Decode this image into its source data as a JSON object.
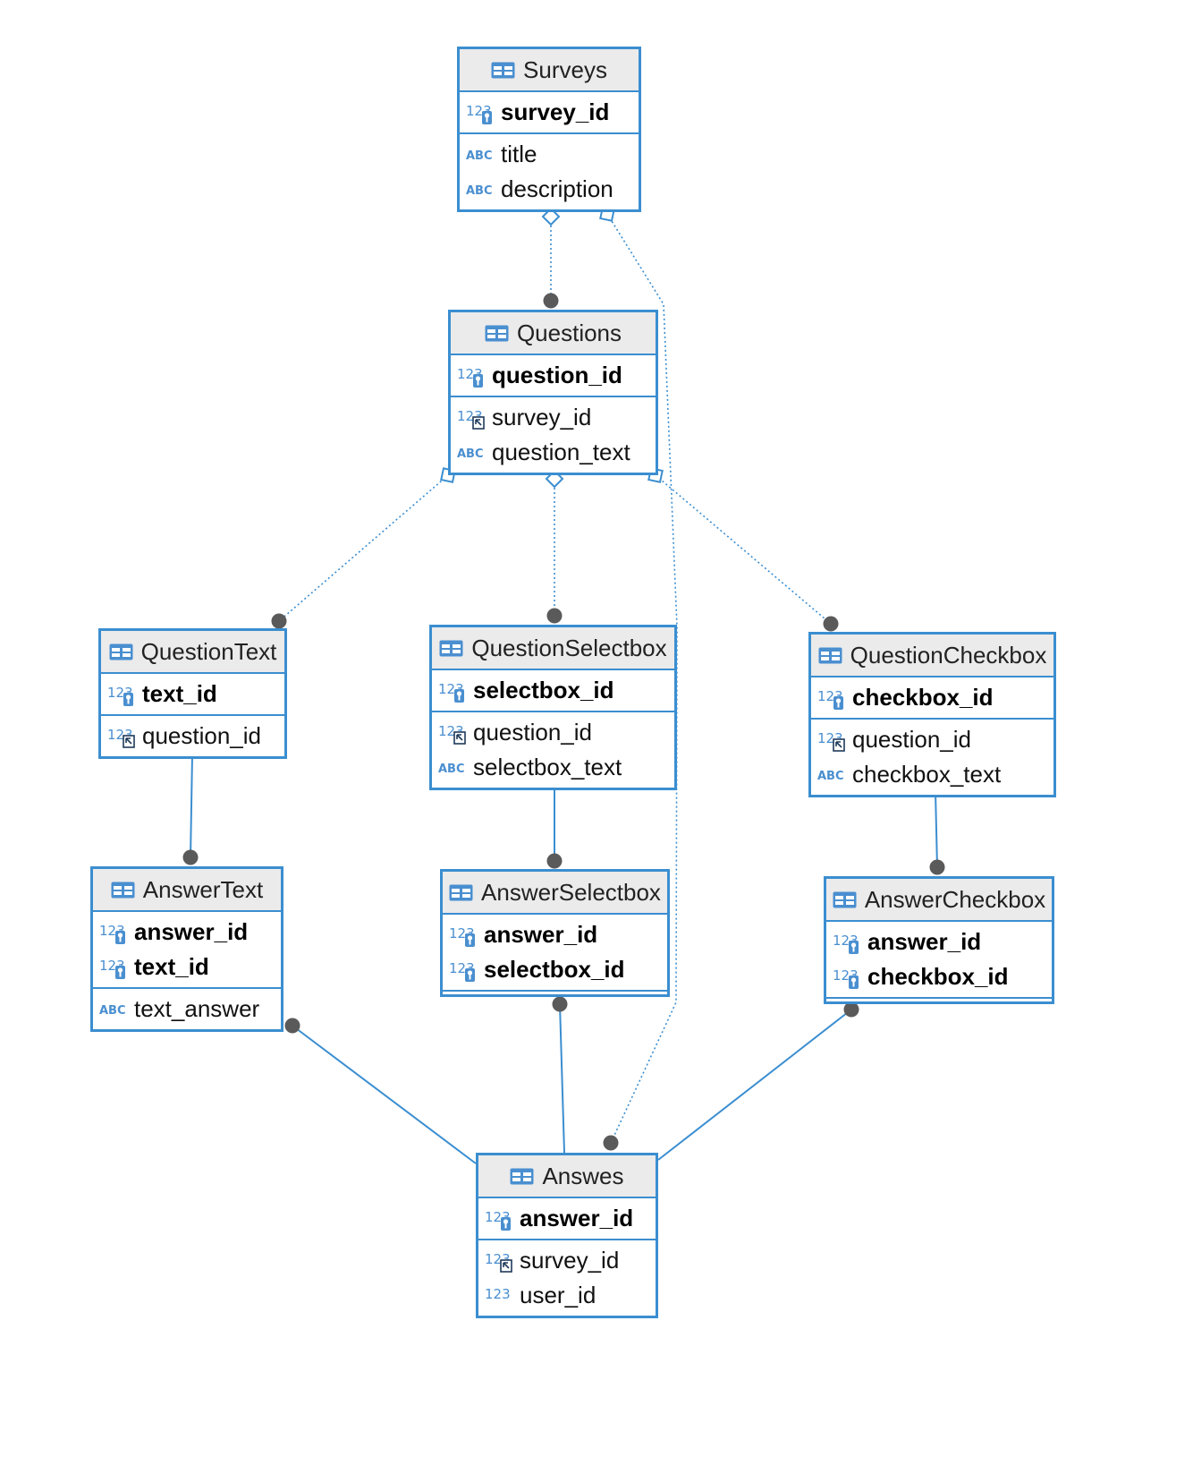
{
  "diagram": {
    "entities": [
      {
        "id": "surveys",
        "title": "Surveys",
        "sections": [
          [
            {
              "name": "survey_id",
              "type": "num",
              "key": "pk"
            }
          ],
          [
            {
              "name": "title",
              "type": "text"
            },
            {
              "name": "description",
              "type": "text"
            }
          ]
        ]
      },
      {
        "id": "questions",
        "title": "Questions",
        "sections": [
          [
            {
              "name": "question_id",
              "type": "num",
              "key": "pk"
            }
          ],
          [
            {
              "name": "survey_id",
              "type": "num",
              "key": "fk"
            },
            {
              "name": "question_text",
              "type": "text"
            }
          ]
        ]
      },
      {
        "id": "question-text",
        "title": "QuestionText",
        "sections": [
          [
            {
              "name": "text_id",
              "type": "num",
              "key": "pk"
            }
          ],
          [
            {
              "name": "question_id",
              "type": "num",
              "key": "fk"
            }
          ]
        ]
      },
      {
        "id": "question-selectbox",
        "title": "QuestionSelectbox",
        "sections": [
          [
            {
              "name": "selectbox_id",
              "type": "num",
              "key": "pk"
            }
          ],
          [
            {
              "name": "question_id",
              "type": "num",
              "key": "fk"
            },
            {
              "name": "selectbox_text",
              "type": "text"
            }
          ]
        ]
      },
      {
        "id": "question-checkbox",
        "title": "QuestionCheckbox",
        "sections": [
          [
            {
              "name": "checkbox_id",
              "type": "num",
              "key": "pk"
            }
          ],
          [
            {
              "name": "question_id",
              "type": "num",
              "key": "fk"
            },
            {
              "name": "checkbox_text",
              "type": "text"
            }
          ]
        ]
      },
      {
        "id": "answer-text",
        "title": "AnswerText",
        "sections": [
          [
            {
              "name": "answer_id",
              "type": "num",
              "key": "pk"
            },
            {
              "name": "text_id",
              "type": "num",
              "key": "pk"
            }
          ],
          [
            {
              "name": "text_answer",
              "type": "text"
            }
          ]
        ]
      },
      {
        "id": "answer-selectbox",
        "title": "AnswerSelectbox",
        "sections": [
          [
            {
              "name": "answer_id",
              "type": "num",
              "key": "pk"
            },
            {
              "name": "selectbox_id",
              "type": "num",
              "key": "pk"
            }
          ],
          []
        ]
      },
      {
        "id": "answer-checkbox",
        "title": "AnswerCheckbox",
        "sections": [
          [
            {
              "name": "answer_id",
              "type": "num",
              "key": "pk"
            },
            {
              "name": "checkbox_id",
              "type": "num",
              "key": "pk"
            }
          ],
          []
        ]
      },
      {
        "id": "answes",
        "title": "Answes",
        "sections": [
          [
            {
              "name": "answer_id",
              "type": "num",
              "key": "pk"
            }
          ],
          [
            {
              "name": "survey_id",
              "type": "num",
              "key": "fk"
            },
            {
              "name": "user_id",
              "type": "num"
            }
          ]
        ]
      }
    ],
    "relationships": [
      {
        "id": "surveys-questions",
        "from": "questions",
        "to": "surveys",
        "style": "dotted",
        "end": "diamond"
      },
      {
        "id": "surveys-answes",
        "from": "answes",
        "to": "surveys",
        "style": "dotted",
        "end": "square"
      },
      {
        "id": "questions-questiontext",
        "from": "question-text",
        "to": "questions",
        "style": "dotted",
        "end": "square"
      },
      {
        "id": "questions-questionselectbox",
        "from": "question-selectbox",
        "to": "questions",
        "style": "dotted",
        "end": "diamond"
      },
      {
        "id": "questions-questioncheckbox",
        "from": "question-checkbox",
        "to": "questions",
        "style": "dotted",
        "end": "square"
      },
      {
        "id": "questiontext-answertext",
        "from": "answer-text",
        "to": "question-text",
        "style": "solid",
        "end": "none"
      },
      {
        "id": "questionselectbox-answerselectbox",
        "from": "answer-selectbox",
        "to": "question-selectbox",
        "style": "solid",
        "end": "none"
      },
      {
        "id": "questioncheckbox-answercheckbox",
        "from": "answer-checkbox",
        "to": "question-checkbox",
        "style": "solid",
        "end": "none"
      },
      {
        "id": "answertext-answes",
        "from": "answer-text",
        "to": "answes",
        "style": "solid",
        "end": "none"
      },
      {
        "id": "answerselectbox-answes",
        "from": "answer-selectbox",
        "to": "answes",
        "style": "solid",
        "end": "none"
      },
      {
        "id": "answercheckbox-answes",
        "from": "answer-checkbox",
        "to": "answes",
        "style": "solid",
        "end": "none"
      }
    ],
    "colors": {
      "border": "#3b8ed0",
      "header_bg": "#ebebeb",
      "link": "#3b8ed0",
      "endpoint_dot": "#5a5a5a",
      "icon_blue": "#4a8fd0"
    },
    "icons": {
      "table": "table-grid-icon",
      "num": "numeric-123-icon",
      "text": "text-abc-icon",
      "pk": "key-icon",
      "fk": "foreign-key-icon"
    }
  }
}
